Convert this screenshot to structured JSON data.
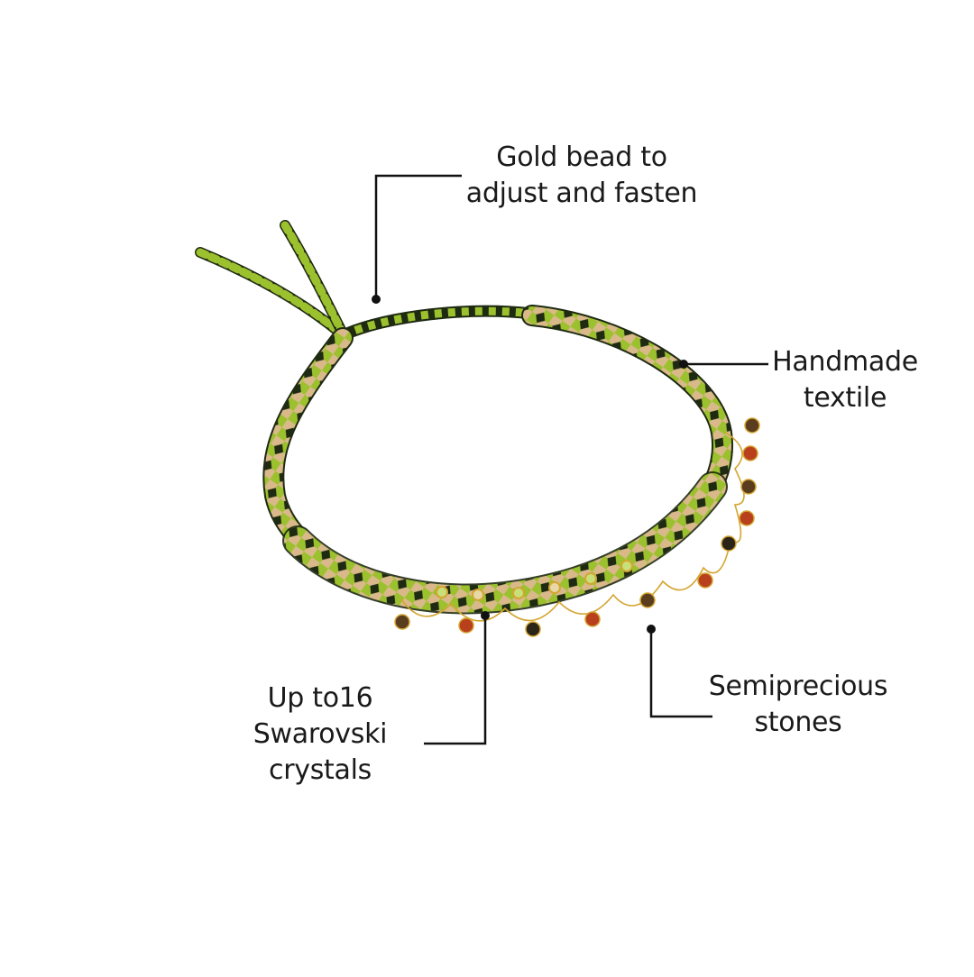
{
  "callouts": {
    "gold_bead": {
      "line1": "Gold bead to",
      "line2": "adjust and fasten"
    },
    "textile": {
      "line1": "Handmade",
      "line2": "textile"
    },
    "crystals": {
      "line1": "Up to16",
      "line2": "Swarovski",
      "line3": "crystals"
    },
    "stones": {
      "line1": "Semiprecious",
      "line2": "stones"
    }
  },
  "colors": {
    "background": "#ffffff",
    "text": "#1a1a1a",
    "leader_line": "#111111",
    "cord_green": "#8db52a",
    "cord_dark": "#1f2a12",
    "cord_tan": "#d9b98a",
    "chain_gold": "#d4a531",
    "stone_red": "#b8401c",
    "stone_brown": "#5a3d1e"
  }
}
